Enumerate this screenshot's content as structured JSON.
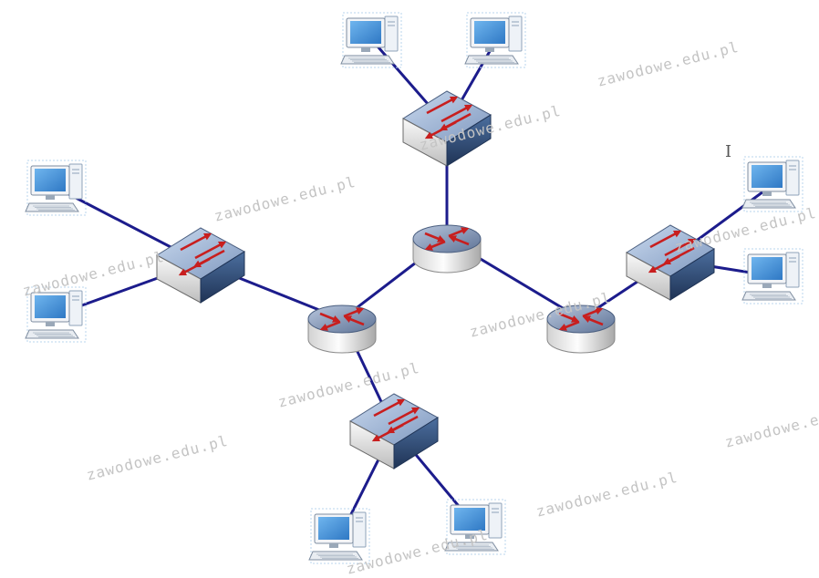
{
  "watermark": {
    "text": "zawodowe.edu.pl",
    "color": "#c4c4c4"
  },
  "colors": {
    "link": "#1c1c8c",
    "arrow": "#c81e1e",
    "screen": "#3f8fd6",
    "casing": "#e8e8e8"
  },
  "icons": {
    "pc": "pc-icon",
    "switch": "switch-icon",
    "router": "router-icon"
  },
  "topology": {
    "routers": [
      "router-center",
      "router-left",
      "router-right"
    ],
    "switches": [
      "switch-top",
      "switch-left",
      "switch-right",
      "switch-bottom"
    ],
    "pcs": [
      "pc-top-1",
      "pc-top-2",
      "pc-left-1",
      "pc-left-2",
      "pc-right-1",
      "pc-right-2",
      "pc-bottom-1",
      "pc-bottom-2"
    ],
    "links": [
      [
        "switch-top",
        "router-center"
      ],
      [
        "router-center",
        "router-left"
      ],
      [
        "router-center",
        "router-right"
      ],
      [
        "router-left",
        "switch-left"
      ],
      [
        "router-left",
        "switch-bottom"
      ],
      [
        "router-right",
        "switch-right"
      ],
      [
        "switch-top",
        "pc-top-1"
      ],
      [
        "switch-top",
        "pc-top-2"
      ],
      [
        "switch-left",
        "pc-left-1"
      ],
      [
        "switch-left",
        "pc-left-2"
      ],
      [
        "switch-right",
        "pc-right-1"
      ],
      [
        "switch-right",
        "pc-right-2"
      ],
      [
        "switch-bottom",
        "pc-bottom-1"
      ],
      [
        "switch-bottom",
        "pc-bottom-2"
      ]
    ]
  }
}
